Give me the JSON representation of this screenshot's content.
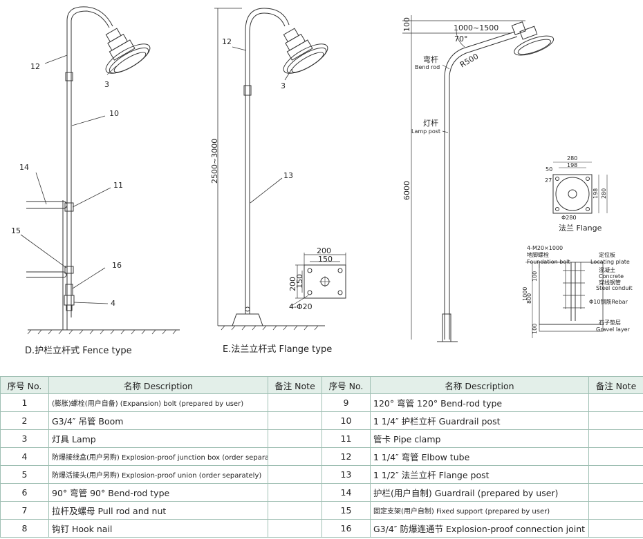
{
  "views": {
    "fence": {
      "caption": "D.护栏立杆式  Fence type",
      "labels": {
        "l12": "12",
        "l3": "3",
        "l10": "10",
        "l14": "14",
        "l11": "11",
        "l15": "15",
        "l16": "16",
        "l4": "4"
      }
    },
    "flange": {
      "caption": "E.法兰立杆式  Flange type",
      "labels": {
        "l12": "12",
        "l3": "3",
        "l13": "13"
      },
      "height_dim": "2500~3000",
      "base": {
        "w": "200",
        "w_inner": "150",
        "h": "200",
        "h_inner": "150",
        "holes": "4-Φ20"
      }
    },
    "bend": {
      "dim_top": "100",
      "dim_reach": "1000~1500",
      "angle": "70°",
      "radius": "R500",
      "bend_rod_cn": "弯杆",
      "bend_rod_en": "Bend rod",
      "lamp_post_cn": "灯杆",
      "lamp_post_en": "Lamp post",
      "height": "6000",
      "flange_detail": {
        "d280": "280",
        "d198": "198",
        "d50": "50",
        "d27": "27",
        "v198": "198",
        "v280": "280",
        "phi": "Φ280",
        "caption": "法兰  Flange"
      },
      "foundation": {
        "bolt_spec": "4-M20×1000",
        "bolt_cn": "地脚螺栓",
        "bolt_en": "Foundation bolt",
        "plate_cn": "定位板",
        "plate_en": "Locating plate",
        "concrete_cn": "混凝土",
        "concrete_en": "Concrete",
        "conduit_cn": "穿线钢管",
        "conduit_en": "Steel conduit",
        "rebar": "Φ10钢筋Rebar",
        "gravel_cn": "石子垫层",
        "gravel_en": "Gravel layer",
        "d100a": "100",
        "d800": "800",
        "d1000": "1000",
        "d100b": "100"
      }
    }
  },
  "table": {
    "headers": [
      "序号 No.",
      "名称 Description",
      "备注 Note",
      "序号 No.",
      "名称 Description",
      "备注 Note"
    ],
    "rows": [
      [
        {
          "no": "1",
          "desc": "(膨胀)螺栓(用户自备)  (Expansion) bolt (prepared by user)",
          "small": true,
          "note": ""
        },
        {
          "no": "9",
          "desc": "120°  弯管  120°  Bend-rod type",
          "small": false,
          "note": ""
        }
      ],
      [
        {
          "no": "2",
          "desc": "G3/4″  吊管  Boom",
          "small": false,
          "note": ""
        },
        {
          "no": "10",
          "desc": "1 1/4″  护栏立杆  Guardrail post",
          "small": false,
          "note": ""
        }
      ],
      [
        {
          "no": "3",
          "desc": "灯具  Lamp",
          "small": false,
          "note": ""
        },
        {
          "no": "11",
          "desc": "管卡  Pipe clamp",
          "small": false,
          "note": ""
        }
      ],
      [
        {
          "no": "4",
          "desc": "防爆接线盒(用户另购)  Explosion-proof junction box (order separately)",
          "small": true,
          "note": ""
        },
        {
          "no": "12",
          "desc": "1 1/4″  弯管  Elbow tube",
          "small": false,
          "note": ""
        }
      ],
      [
        {
          "no": "5",
          "desc": "防爆活接头(用户另购)  Explosion-proof union (order separately)",
          "small": true,
          "note": ""
        },
        {
          "no": "13",
          "desc": "1 1/2″  法兰立杆  Flange post",
          "small": false,
          "note": ""
        }
      ],
      [
        {
          "no": "6",
          "desc": "90°  弯管  90°  Bend-rod type",
          "small": false,
          "note": ""
        },
        {
          "no": "14",
          "desc": "护栏(用户自制)  Guardrail (prepared by user)",
          "small": false,
          "note": ""
        }
      ],
      [
        {
          "no": "7",
          "desc": "拉杆及螺母  Pull rod and nut",
          "small": false,
          "note": ""
        },
        {
          "no": "15",
          "desc": "固定支架(用户自制)  Fixed support (prepared by user)",
          "small": true,
          "note": ""
        }
      ],
      [
        {
          "no": "8",
          "desc": "钩钉  Hook nail",
          "small": false,
          "note": ""
        },
        {
          "no": "16",
          "desc": "G3/4″  防爆连通节  Explosion-proof connection joint",
          "small": false,
          "note": ""
        }
      ]
    ]
  }
}
